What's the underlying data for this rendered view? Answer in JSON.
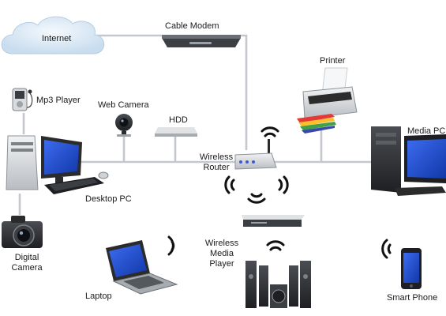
{
  "labels": {
    "internet": "Internet",
    "cable_modem": "Cable Modem",
    "printer": "Printer",
    "mp3_player": "Mp3 Player",
    "web_camera": "Web Camera",
    "hdd": "HDD",
    "media_pc": "Media PC",
    "wireless_router": [
      "Wireless",
      "Router"
    ],
    "desktop_pc": "Desktop PC",
    "digital_camera": [
      "Digital",
      "Camera"
    ],
    "laptop": "Laptop",
    "wireless_media_player": [
      "Wireless",
      "Media",
      "Player"
    ],
    "smart_phone": "Smart Phone"
  },
  "colors": {
    "wire": "#c4c8cc",
    "screen_blue": "#1d4fd8",
    "device_dark": "#2b2b2b",
    "device_grey": "#8d9298",
    "cloud": "#d6e6f3",
    "router_led": "#3a5bd8"
  },
  "icons": [
    "cloud-icon",
    "cable-modem-icon",
    "printer-icon",
    "mp3-player-icon",
    "web-camera-icon",
    "hdd-icon",
    "media-pc-icon",
    "wireless-router-icon",
    "desktop-pc-icon",
    "digital-camera-icon",
    "laptop-icon",
    "media-player-icon",
    "smart-phone-icon",
    "wifi-signal-icon"
  ]
}
